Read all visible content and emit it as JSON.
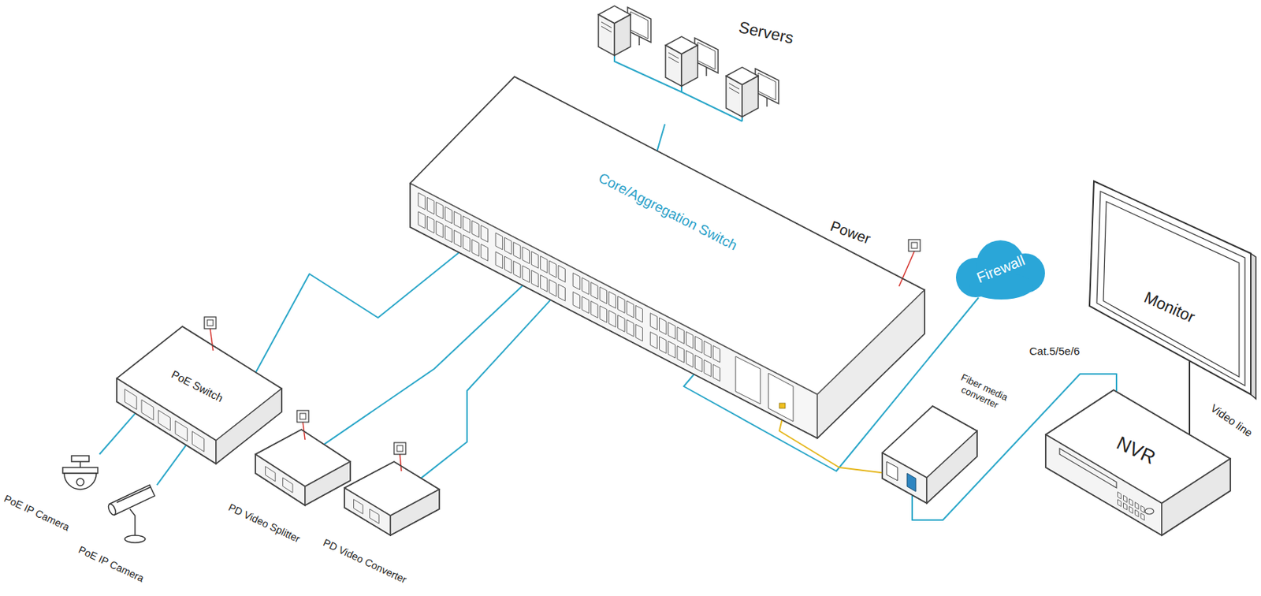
{
  "diagram": {
    "nodes": [
      {
        "text": [
          "Servers"
        ]
      },
      {
        "text": [
          "Core/Aggregation Switch"
        ]
      },
      {
        "text": [
          "Firewall"
        ]
      },
      {
        "text": [
          "Monitor"
        ]
      },
      {
        "text": [
          "PoE Switch"
        ]
      },
      {
        "text": [
          "Fiber media converter"
        ]
      },
      {
        "text": [
          "PD Video Splitter"
        ]
      },
      {
        "text": [
          "PD Video Converter"
        ]
      },
      {
        "text": [
          "NVR"
        ]
      },
      {
        "text": [
          "PoE IP Camera"
        ]
      },
      {
        "text": [
          "PoE IP Camera"
        ]
      }
    ],
    "edges": [
      {
        "from": 0,
        "to": 1,
        "arrow": "none"
      },
      {
        "from": 4,
        "to": 1,
        "arrow": "none"
      },
      {
        "from": 6,
        "to": 1,
        "arrow": "none"
      },
      {
        "from": 7,
        "to": 1,
        "arrow": "none"
      },
      {
        "from": 1,
        "to": 2,
        "arrow": "none"
      },
      {
        "from": 1,
        "to": 5,
        "arrow": "none"
      },
      {
        "from": 5,
        "to": 8,
        "label": "Cat.5/5e/6",
        "arrow": "none"
      },
      {
        "from": 8,
        "to": 3,
        "label": "Video line",
        "arrow": "none"
      },
      {
        "from": 4,
        "to": 9,
        "arrow": "none"
      },
      {
        "from": 4,
        "to": 10,
        "arrow": "none"
      }
    ],
    "labels": [
      "Power"
    ]
  }
}
